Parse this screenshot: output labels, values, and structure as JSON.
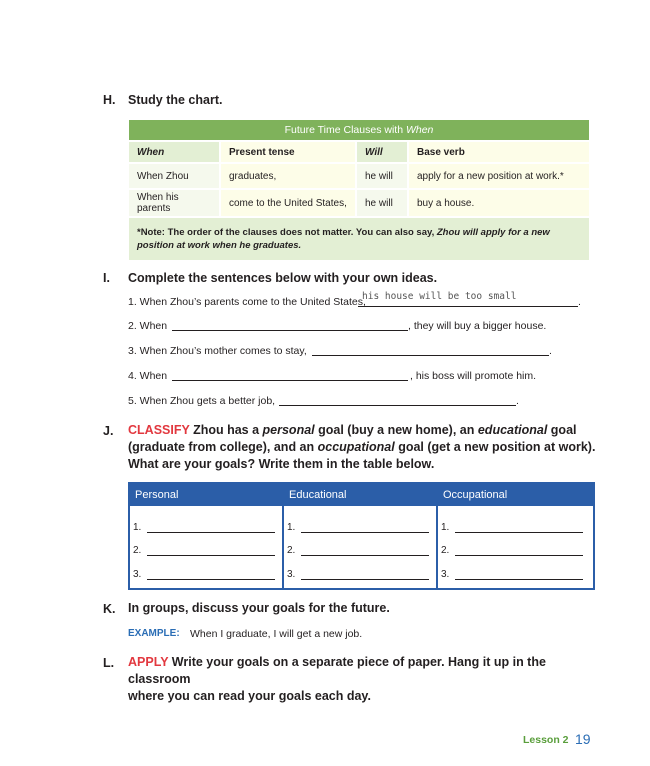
{
  "sectionH": {
    "letter": "H.",
    "text": "Study the chart."
  },
  "chart": {
    "title": "Future Time Clauses with ",
    "title_em": "When",
    "headers": [
      "When",
      "Present tense",
      "Will",
      "Base verb"
    ],
    "rows": [
      [
        "When Zhou",
        "graduates,",
        "he will",
        "apply for a new position at work.*"
      ],
      [
        "When his parents",
        "come to the United States,",
        "he will",
        "buy a house."
      ]
    ],
    "note_plain": "*Note: The order of the clauses does not matter. You can also say, ",
    "note_em": "Zhou will apply for a new position at work when he graduates."
  },
  "sectionI": {
    "letter": "I.",
    "text": "Complete the sentences below with your own ideas.",
    "items": [
      {
        "a": "1.  When Zhou’s parents come to the United States,",
        "answer": "his house will be too small",
        "b": "."
      },
      {
        "a": "2.  When",
        "b": ", they will buy a bigger house."
      },
      {
        "a": "3.  When Zhou’s mother comes to stay,",
        "b": "."
      },
      {
        "a": "4.  When",
        "b": ", his boss will promote him."
      },
      {
        "a": "5.  When Zhou gets a better job,",
        "b": "."
      }
    ]
  },
  "sectionJ": {
    "letter": "J.",
    "label": "CLASSIFY",
    "t1": " Zhou has a ",
    "e1": "personal",
    "t2": " goal (buy a new home), an ",
    "e2": "educational",
    "t3": " goal",
    "t4": "(graduate from college), and an ",
    "e3": "occupational",
    "t5": " goal (get a new position at work).",
    "t6": "What are your goals? Write them in the table below.",
    "columns": [
      "Personal",
      "Educational",
      "Occupational"
    ],
    "numbers": [
      "1.",
      "2.",
      "3."
    ]
  },
  "sectionK": {
    "letter": "K.",
    "text": "In groups, discuss your goals for the future.",
    "example_label": "EXAMPLE:",
    "example_text": "When I graduate, I will get a new job."
  },
  "sectionL": {
    "letter": "L.",
    "label": "APPLY",
    "text1": " Write your goals on a separate piece of paper. Hang it up in the classroom",
    "text2": "where you can read your goals each day."
  },
  "footer": {
    "lesson": "Lesson 2",
    "page": "19"
  },
  "colors": {
    "chart_green": "#7fb25b",
    "chart_light": "#e3efd4",
    "table_blue": "#2b5ea8",
    "label_red": "#e2383f",
    "example_blue": "#2a6db5"
  }
}
